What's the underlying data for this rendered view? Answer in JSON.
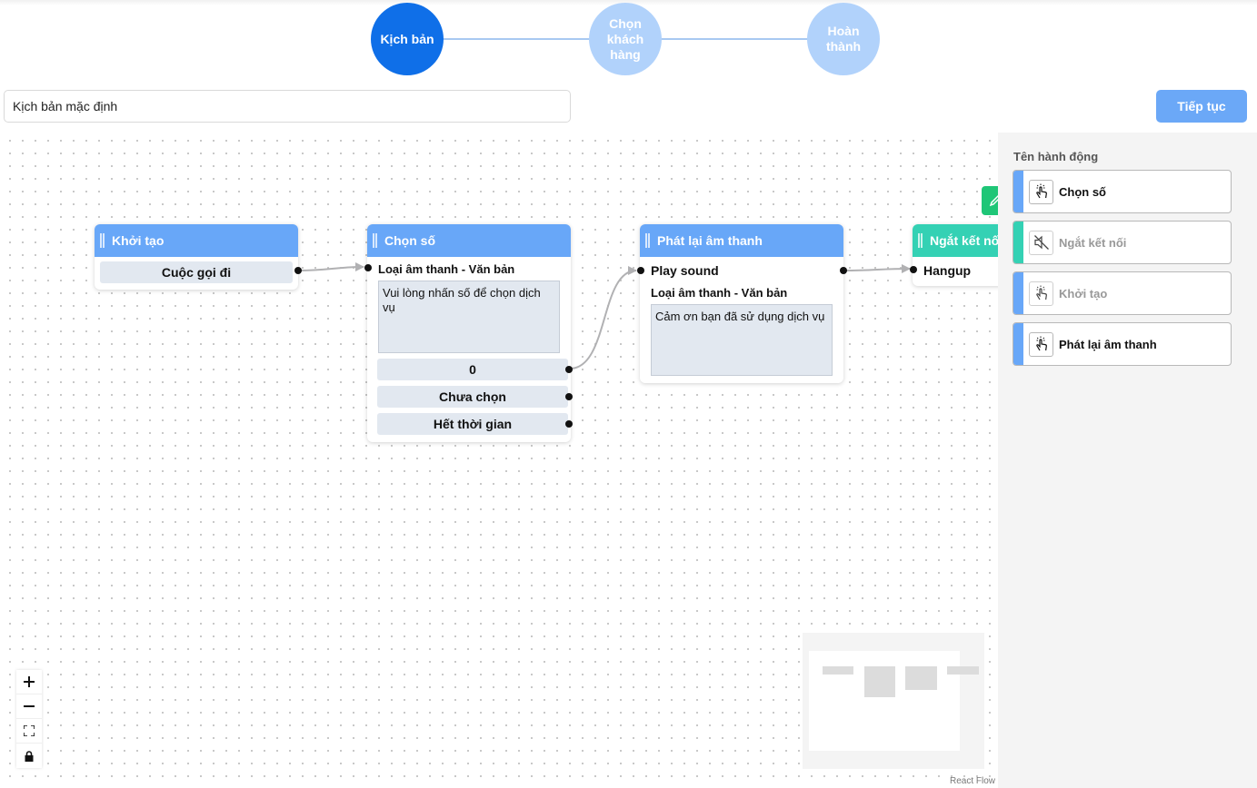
{
  "stepper": {
    "steps": [
      {
        "label": "Kịch bản",
        "state": "active"
      },
      {
        "label": "Chọn khách hàng",
        "state": "pending"
      },
      {
        "label": "Hoàn thành",
        "state": "pending"
      }
    ]
  },
  "script_name": {
    "value": "Kịch bản mặc định"
  },
  "continue_label": "Tiếp tục",
  "nodes": {
    "start": {
      "title": "Khởi tạo",
      "item": "Cuộc gọi đi"
    },
    "choose_number": {
      "title": "Chọn số",
      "type_label": "Loại âm thanh - Văn bản",
      "prompt": "Vui lòng nhấn số để chọn dịch vụ",
      "options": [
        "0",
        "Chưa chọn",
        "Hết thời gian"
      ]
    },
    "playback": {
      "title": "Phát lại âm thanh",
      "input_label": "Play sound",
      "type_label": "Loại âm thanh - Văn bản",
      "text": "Cảm ơn bạn đã sử dụng dịch vụ"
    },
    "hangup": {
      "title": "Ngắt kết nối",
      "input_label": "Hangup"
    }
  },
  "colors": {
    "primary": "#0f6fe8",
    "node_header": "#68a7f8",
    "hangup_header": "#34d1b4",
    "edit_button": "#1fc677"
  },
  "controls": {
    "zoom_in": "+",
    "zoom_out": "−"
  },
  "attribution": "React Flow",
  "panel": {
    "title": "Tên hành động",
    "actions": [
      {
        "label": "Chọn số",
        "icon": "hand-pointer-icon",
        "color": "#68a7f8",
        "enabled": true
      },
      {
        "label": "Ngắt kết nối",
        "icon": "mute-icon",
        "color": "#34d1b4",
        "enabled": false
      },
      {
        "label": "Khởi tạo",
        "icon": "hand-pointer-icon",
        "color": "#68a7f8",
        "enabled": false
      },
      {
        "label": "Phát lại âm thanh",
        "icon": "hand-pointer-icon",
        "color": "#68a7f8",
        "enabled": true
      }
    ]
  }
}
